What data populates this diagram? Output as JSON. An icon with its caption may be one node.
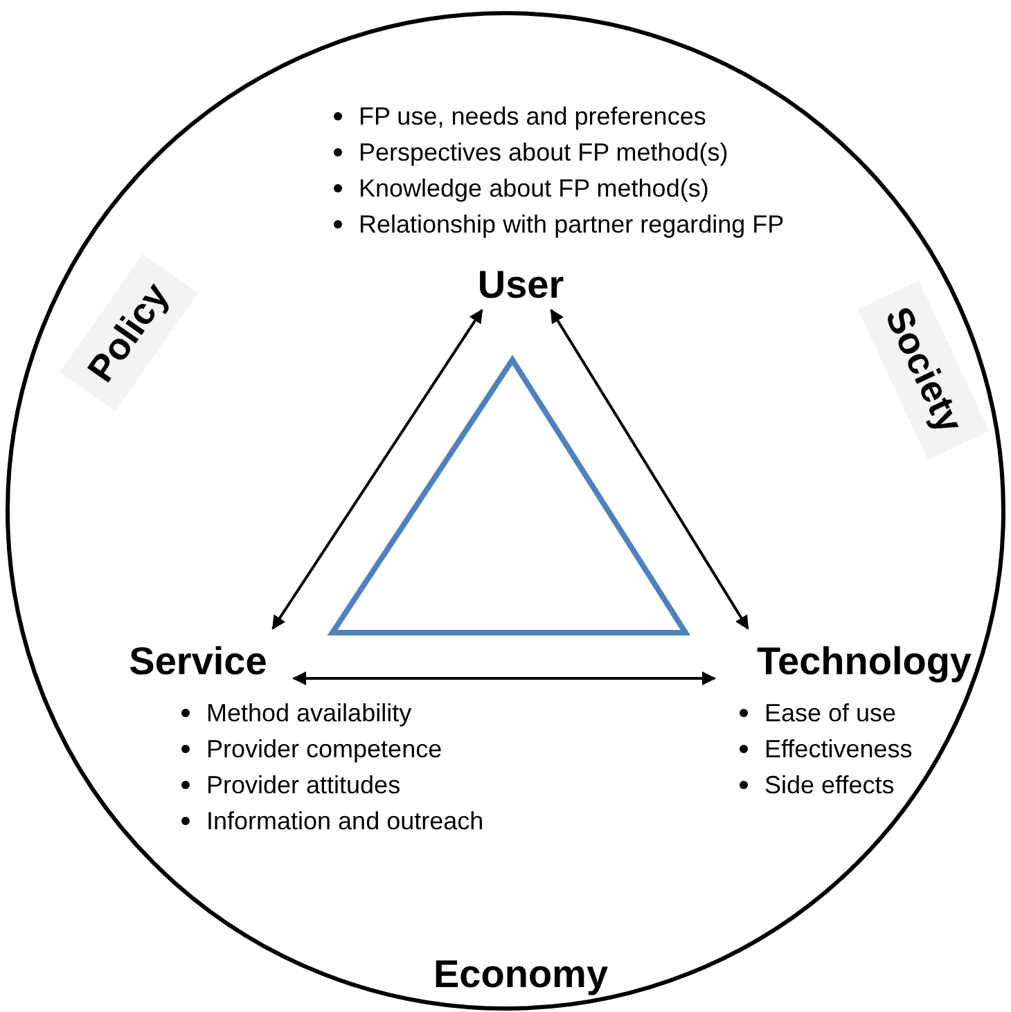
{
  "diagram": {
    "nodes": [
      {
        "text": [
          "Policy",
          "Society",
          "Economy"
        ]
      },
      {
        "text": [
          "User"
        ],
        "in": 0,
        "beside": [
          "FP use, needs and preferences",
          "Perspectives about FP method(s)",
          "Knowledge about FP method(s)",
          "Relationship with partner regarding FP"
        ]
      },
      {
        "text": [],
        "shape": "triangle",
        "in": 0
      },
      {
        "text": [
          "Service"
        ],
        "in": 0,
        "beside": [
          "Method availability",
          "Provider competence",
          "Provider attitudes",
          "Information and outreach"
        ]
      },
      {
        "text": [
          "Technology"
        ],
        "in": 0,
        "beside": [
          "Ease of use",
          "Effectiveness",
          "Side effects"
        ]
      }
    ],
    "edges": [
      {
        "from": 1,
        "to": 3,
        "arrow": "both"
      },
      {
        "from": 1,
        "to": 4,
        "arrow": "both"
      },
      {
        "from": 3,
        "to": 4,
        "arrow": "both"
      }
    ]
  }
}
